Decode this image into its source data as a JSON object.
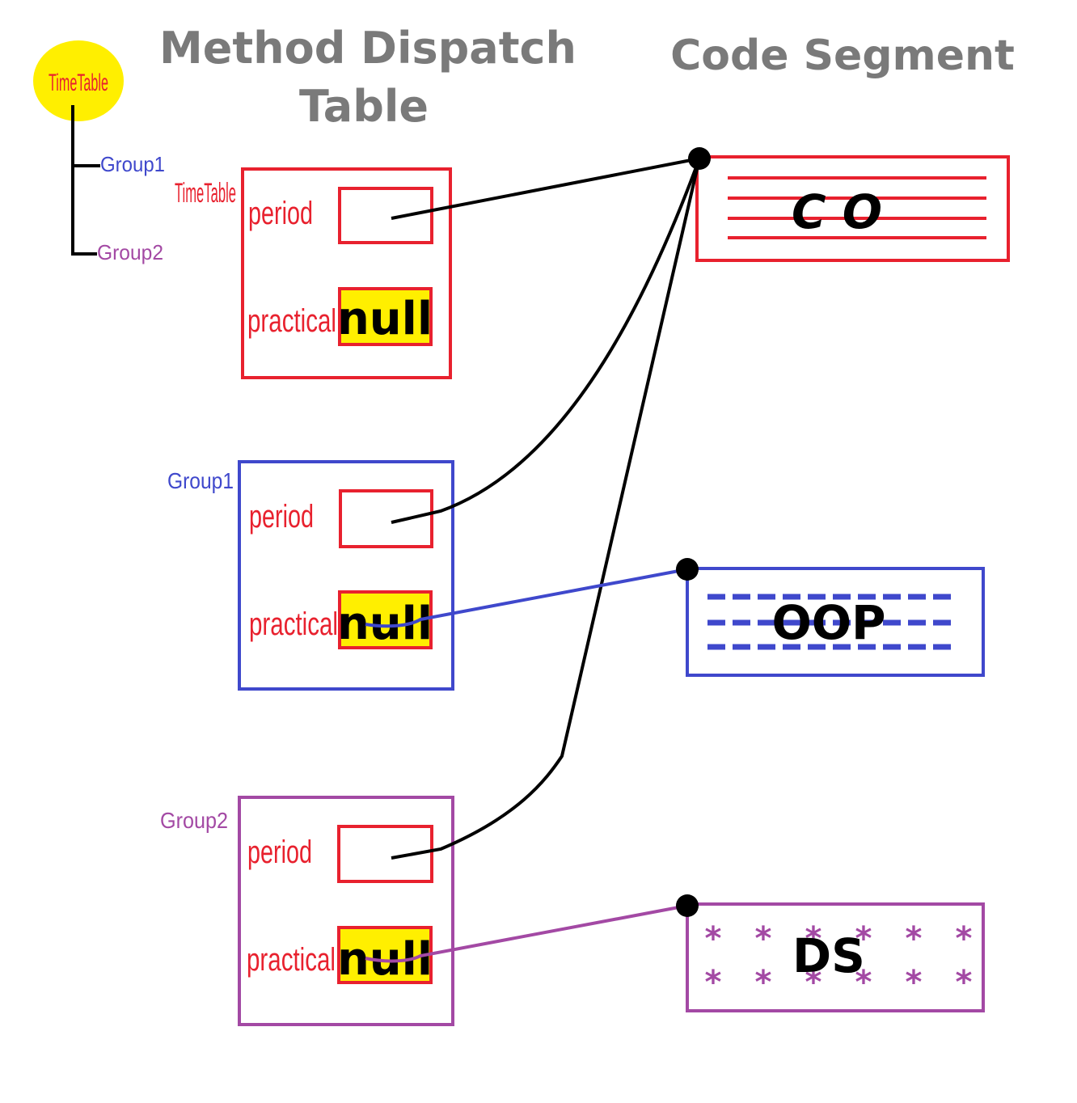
{
  "headings": {
    "mdt_line1": "Method Dispatch",
    "mdt_line2": "Table",
    "code_segment": "Code Segment"
  },
  "hierarchy": {
    "root": "TimeTable",
    "child1": "Group1",
    "child2": "Group2"
  },
  "tables": [
    {
      "label": "TimeTable",
      "period": "period",
      "practical": "practical",
      "practical_value": "null"
    },
    {
      "label": "Group1",
      "period": "period",
      "practical": "practical",
      "practical_value": "null"
    },
    {
      "label": "Group2",
      "period": "period",
      "practical": "practical",
      "practical_value": "null"
    }
  ],
  "segments": [
    {
      "label": "C O"
    },
    {
      "label": "OOP"
    },
    {
      "label": "DS"
    }
  ],
  "colors": {
    "red": "#e8212e",
    "blue": "#3f48cc",
    "purple": "#a349a4",
    "yellow": "#ffef00",
    "gray": "#7a7a7a",
    "black": "#000000"
  }
}
